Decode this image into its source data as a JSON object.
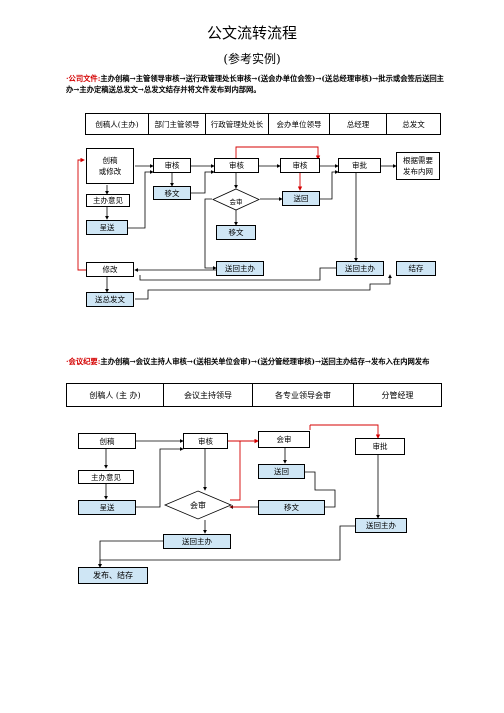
{
  "title": "公文流转流程",
  "subtitle": "(参考实例)",
  "section1": {
    "tag": "·公司文件:",
    "text": "主办创稿→主管领导审核→送行政管理处长审核→(送会办单位会签)→(送总经理审核)→批示或会签后送回主办→主办定稿送总发文→总发文结存并将文件发布到内部网。",
    "lanes": [
      "创稿人(主办)",
      "部门主管领导",
      "行政管理处处长",
      "会办单位领导",
      "总经理",
      "总发文"
    ],
    "nodes": {
      "draft": "创稿\n或修改",
      "opinion": "主办意见",
      "submit": "呈送",
      "review1": "审核",
      "transfer1": "移文",
      "review2": "审核",
      "decision": "会审",
      "transfer2": "移文",
      "review3": "审核",
      "return1": "送回",
      "approve": "审批",
      "publish": "根据需要\n发布内网",
      "back_main1": "送回主办",
      "back_main2": "送回主办",
      "modify": "修改",
      "archive": "结存",
      "send_total": "送总发文"
    }
  },
  "section2": {
    "tag": "·会议纪要:",
    "text": "主办创稿→会议主持人审核→(送相关单位会审)→(送分管经理审核)→送回主办结存→发布入在内网发布",
    "lanes": [
      "创稿人 (主 办)",
      "会议主持领导",
      "各专业领导会审",
      "分管经理"
    ],
    "nodes": {
      "draft": "创稿",
      "opinion": "主办意见",
      "submit": "呈送",
      "review": "审核",
      "meeting": "会审",
      "return1": "送回",
      "approve": "审批",
      "decision": "会审",
      "transfer": "移文",
      "back_main1": "送回主办",
      "back_main2": "送回主办",
      "publish": "发布、结存"
    }
  },
  "colors": {
    "highlight": "#d40000",
    "node_fill": "#cfe6f5"
  }
}
